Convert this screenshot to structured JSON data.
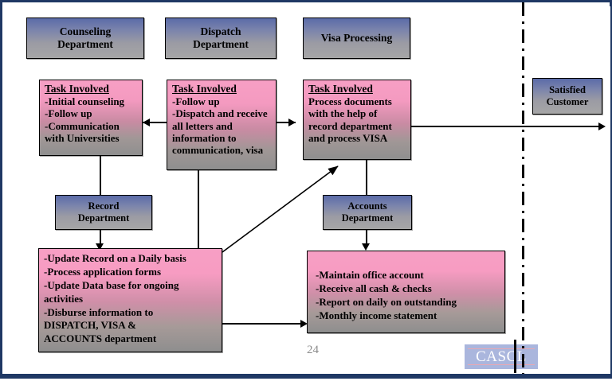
{
  "document": {
    "page_number": "24",
    "logo_text": "CASCL",
    "frame_color": "#1f3864",
    "accent_pink": "#f79fc4",
    "accent_blue": "#5b6ba8"
  },
  "departments": [
    {
      "id": "counseling",
      "line1": "Counseling",
      "line2": "Department"
    },
    {
      "id": "dispatch",
      "line1": "Dispatch",
      "line2": "Department"
    },
    {
      "id": "visa",
      "line1": "Visa Processing",
      "line2": ""
    },
    {
      "id": "record",
      "line1": "Record",
      "line2": "Department"
    },
    {
      "id": "accounts",
      "line1": "Accounts",
      "line2": "Department"
    }
  ],
  "tasks": [
    {
      "id": "counseling-task",
      "header": "Task Involved",
      "lines": [
        "-Initial counseling",
        "-Follow up",
        "-Communication",
        "with Universities"
      ]
    },
    {
      "id": "dispatch-task",
      "header": "Task Involved",
      "lines": [
        "-Follow up",
        "-Dispatch and receive",
        "all letters and",
        "information to",
        "communication, visa"
      ]
    },
    {
      "id": "visa-task",
      "header": "Task Involved",
      "lines": [
        "Process documents",
        "with the help of",
        "record department",
        "and process VISA"
      ]
    }
  ],
  "processes": [
    {
      "id": "record-process",
      "lines": [
        "-Update Record on a Daily basis",
        "-Process application forms",
        "-Update Data base for ongoing",
        "activities",
        "-Disburse information to",
        "DISPATCH, VISA &",
        "ACCOUNTS department"
      ]
    },
    {
      "id": "accounts-process",
      "lines": [
        "-Maintain office account",
        "-Receive all cash & checks",
        "-Report on daily on outstanding",
        "-Monthly income statement"
      ]
    }
  ],
  "outcome": {
    "id": "satisfied-customer",
    "line1": "Satisfied",
    "line2": "Customer"
  }
}
